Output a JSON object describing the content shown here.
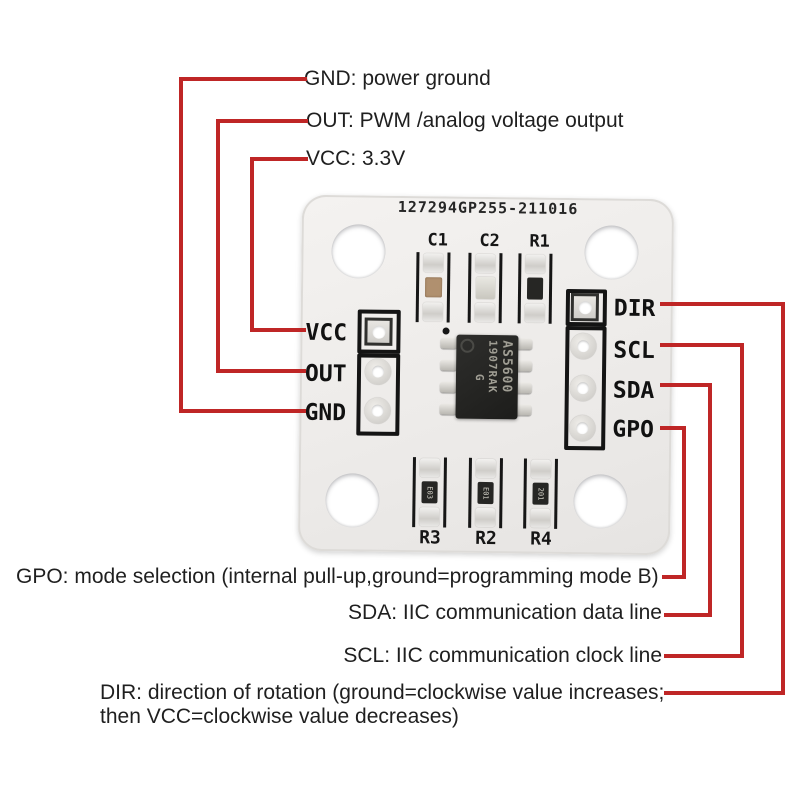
{
  "colors": {
    "connector_red": "#bf2626",
    "silkscreen_black": "#141414",
    "board_white": "#f1efec",
    "annotation_text": "#1f1f1f"
  },
  "annotations": {
    "top": [
      {
        "id": "gnd",
        "text": "GND: power ground"
      },
      {
        "id": "out",
        "text": "OUT: PWM /analog voltage output"
      },
      {
        "id": "vcc",
        "text": "VCC: 3.3V"
      }
    ],
    "bottom": [
      {
        "id": "gpo",
        "text": "GPO: mode selection (internal pull-up,ground=programming mode B)"
      },
      {
        "id": "sda",
        "text": "SDA: IIC communication data line"
      },
      {
        "id": "scl",
        "text": "SCL: IIC communication clock line"
      },
      {
        "id": "dir",
        "text": "DIR: direction of rotation (ground=clockwise value increases;",
        "text2": "then VCC=clockwise value decreases)"
      }
    ]
  },
  "board": {
    "serial": "127294GP255-211016",
    "left_pins": [
      {
        "label": "VCC"
      },
      {
        "label": "OUT"
      },
      {
        "label": "GND"
      }
    ],
    "right_pins": [
      {
        "label": "DIR"
      },
      {
        "label": "SCL"
      },
      {
        "label": "SDA"
      },
      {
        "label": "GPO"
      }
    ],
    "top_components": [
      {
        "ref": "C1"
      },
      {
        "ref": "C2"
      },
      {
        "ref": "R1"
      }
    ],
    "bottom_components": [
      {
        "ref": "R3",
        "code": "E03"
      },
      {
        "ref": "R2",
        "code": "E01"
      },
      {
        "ref": "R4",
        "code": "201"
      }
    ],
    "chip": {
      "marking_line1": "AS5600",
      "marking_line2": "1907RAK",
      "marking_line3": "G"
    }
  }
}
